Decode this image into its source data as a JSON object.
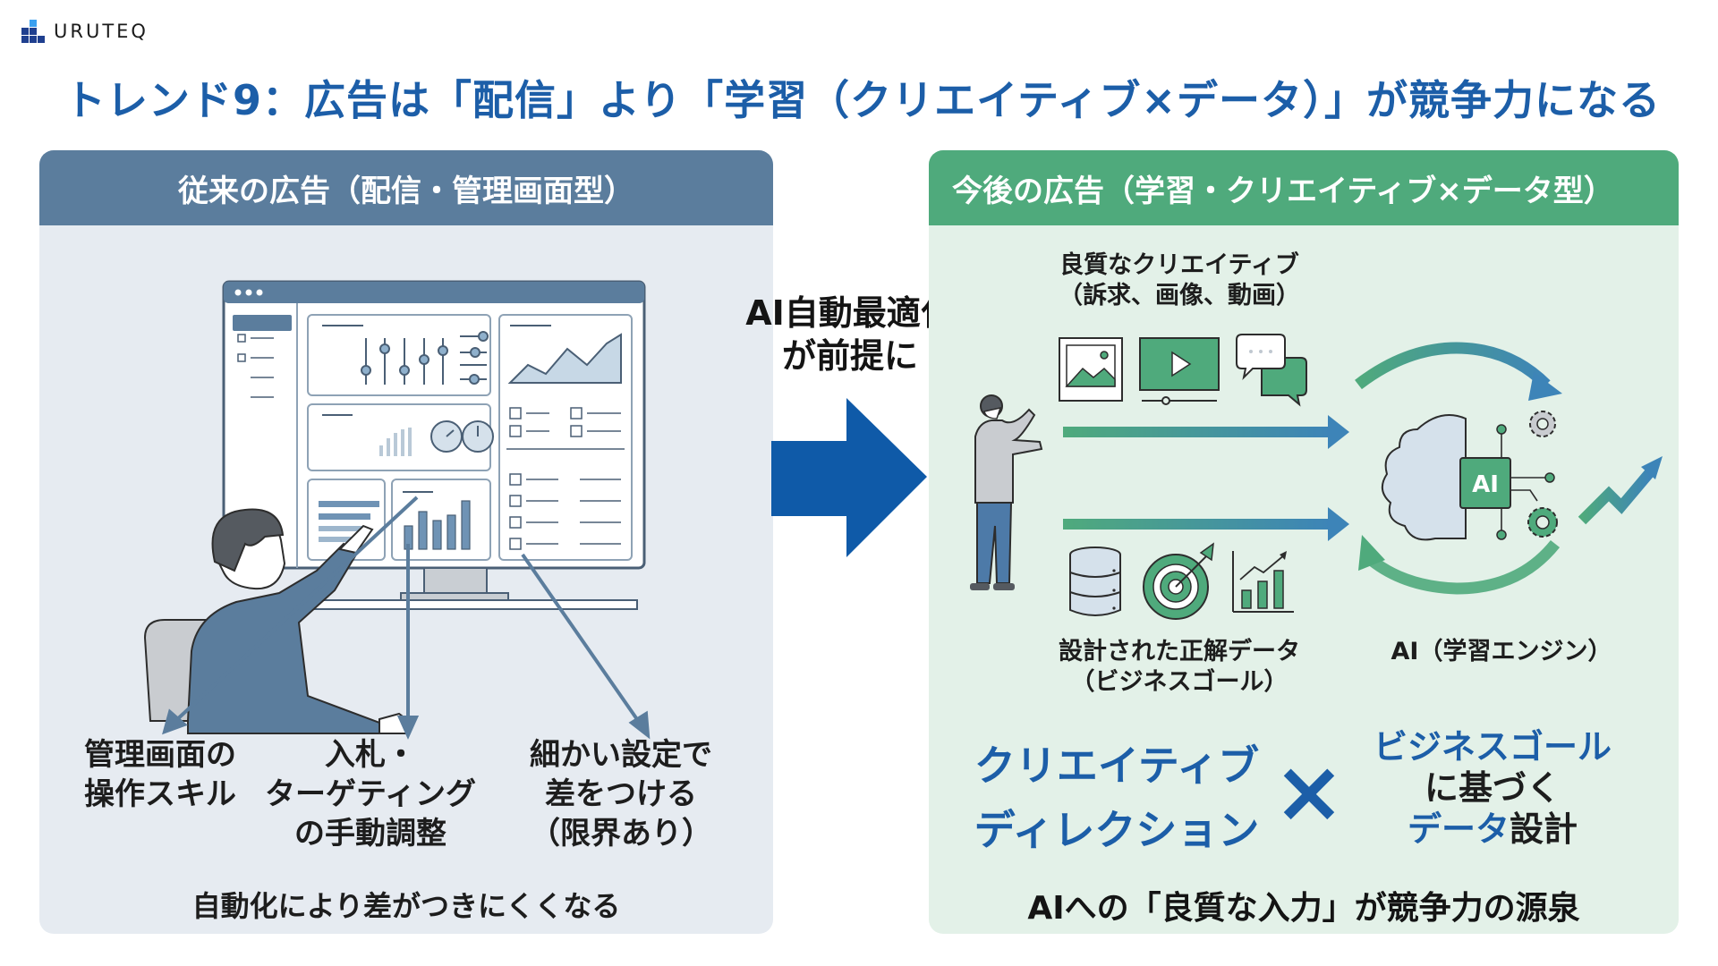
{
  "brand": {
    "name": "URUTEQ",
    "icon": "bar-blocks-logo-icon"
  },
  "title": "トレンド9：広告は「配信」より「学習（クリエイティブ×データ）」が競争力になる",
  "colors": {
    "title_blue": "#1c5ea8",
    "left_header": "#5b7d9d",
    "left_bg": "#e6ebf1",
    "right_header": "#4faa7c",
    "right_bg": "#e3f1e8",
    "arrow_blue": "#0f5aa8",
    "accent_green": "#4faa7c"
  },
  "left_panel": {
    "header": "従来の広告（配信・管理画面型）",
    "illustration": "person-at-dashboard-monitor",
    "points": [
      {
        "lines": [
          "管理画面の",
          "操作スキル"
        ]
      },
      {
        "lines": [
          "入札・",
          "ターゲティング",
          "の手動調整"
        ]
      },
      {
        "lines": [
          "細かい設定で",
          "差をつける",
          "（限界あり）"
        ]
      }
    ],
    "footer": "自動化により差がつきにくくなる"
  },
  "transition": {
    "caption_lines": [
      "AI自動最適化",
      "が前提に"
    ],
    "icon": "arrow-right-icon"
  },
  "right_panel": {
    "header": "今後の広告（学習・クリエイティブ×データ型）",
    "creative_label_lines": [
      "良質なクリエイティブ",
      "（訴求、画像、動画）"
    ],
    "creative_icons": [
      "image-icon",
      "video-play-icon",
      "chat-bubbles-icon"
    ],
    "data_icons": [
      "database-icon",
      "target-icon",
      "growth-chart-icon"
    ],
    "data_label_lines": [
      "設計された正解データ",
      "（ビジネスゴール）"
    ],
    "ai_label": "AI（学習エンジン）",
    "ai_chip_text": "AI",
    "formula": {
      "left_lines": [
        "クリエイティブ",
        "ディレクション"
      ],
      "operator": "×",
      "right_line1": "ビジネスゴール",
      "right_line2": "に基づく",
      "right_line3_accent": "データ",
      "right_line3_rest": "設計"
    },
    "footer": "AIへの「良質な入力」が競争力の源泉"
  }
}
